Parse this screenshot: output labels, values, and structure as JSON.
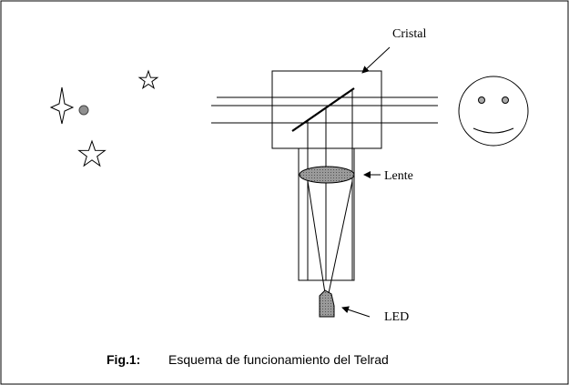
{
  "labels": {
    "crystal": "Cristal",
    "lens": "Lente",
    "led": "LED"
  },
  "caption": {
    "label": "Fig.1:",
    "text": "Esquema de funcionamiento del Telrad"
  },
  "icons": {
    "stars": [
      "four-point-star-icon",
      "small-star-icon",
      "large-star-icon"
    ],
    "planet": "dot-icon",
    "face": "smiley-face-icon"
  },
  "colors": {
    "stroke": "#000000",
    "lens_fill": "#a6a6a6",
    "led_fill": "#8c8c8c",
    "planet_fill": "#909090",
    "background": "#ffffff"
  }
}
